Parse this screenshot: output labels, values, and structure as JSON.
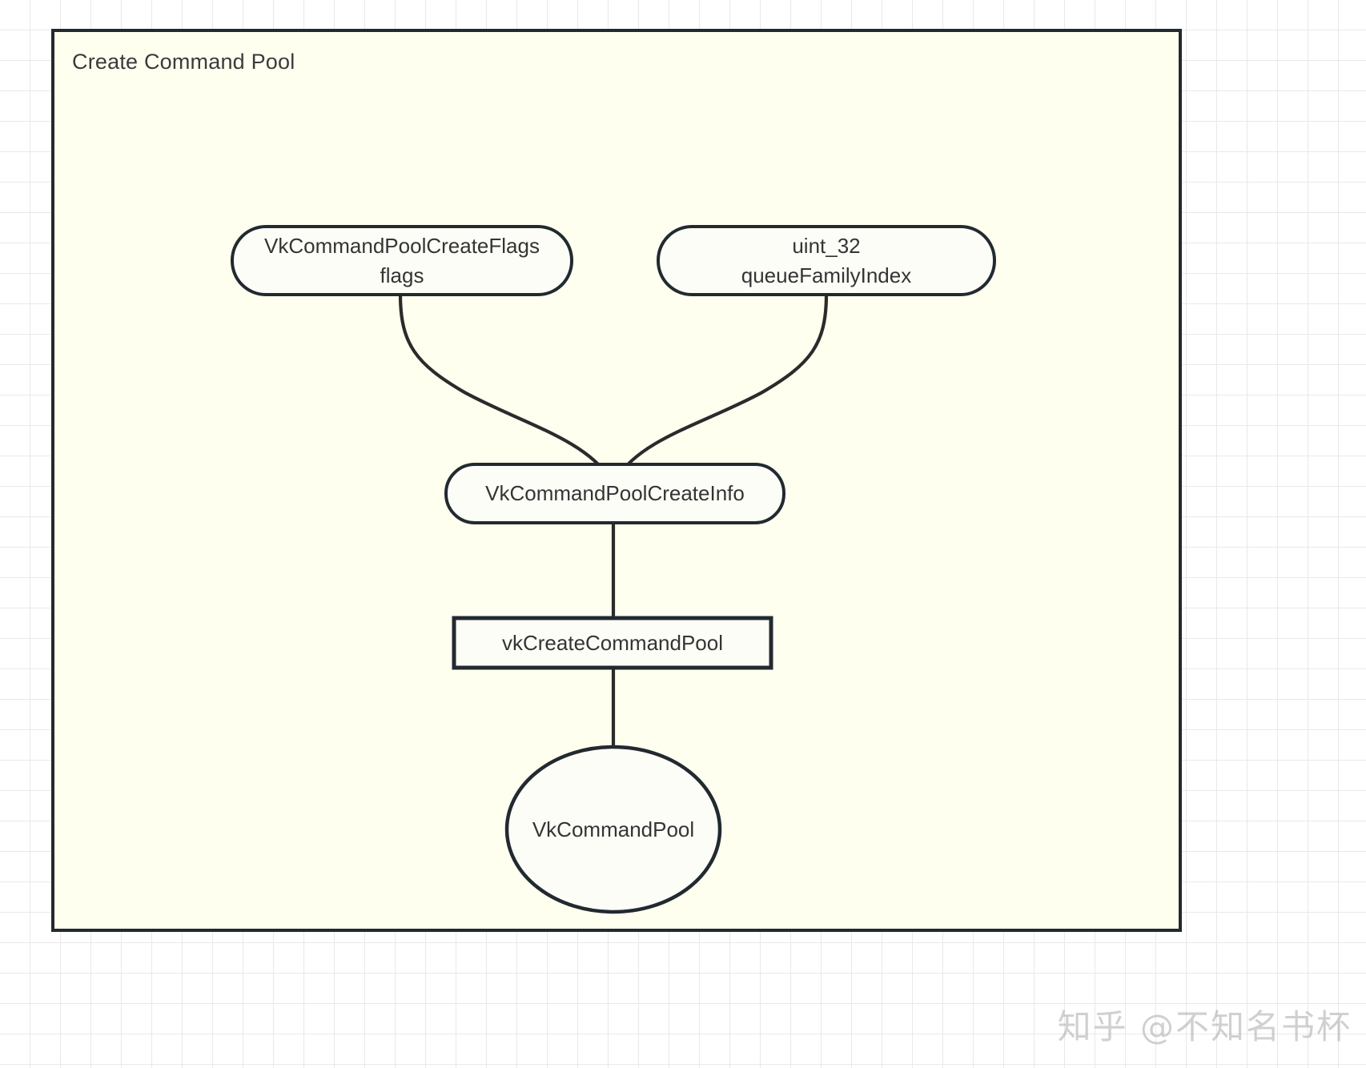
{
  "canvas": {
    "background_color": "#ffffff",
    "grid_color": "#e9e9e9",
    "frame_fill": "#fffff0",
    "frame_stroke": "#222a30",
    "node_fill": "#fdfdf7",
    "edge_color": "#2b2b2b",
    "text_color": "#343434"
  },
  "cluster": {
    "title": "Create Command Pool"
  },
  "nodes": {
    "flags": {
      "name": "VkCommandPoolCreateFlags",
      "line1": "VkCommandPoolCreateFlags",
      "line2": "flags",
      "shape": "rounded-rect"
    },
    "queue_family_index": {
      "name": "uint_32 queueFamilyIndex",
      "line1": "uint_32",
      "line2": "queueFamilyIndex",
      "shape": "rounded-rect"
    },
    "create_info": {
      "name": "VkCommandPoolCreateInfo",
      "line1": "VkCommandPoolCreateInfo",
      "shape": "rounded-rect"
    },
    "create_call": {
      "name": "vkCreateCommandPool",
      "line1": "vkCreateCommandPool",
      "shape": "rect"
    },
    "command_pool": {
      "name": "VkCommandPool",
      "line1": "VkCommandPool",
      "shape": "ellipse"
    }
  },
  "edges": [
    {
      "from": "flags",
      "to": "create_info",
      "style": "curved-arrow"
    },
    {
      "from": "queue_family_index",
      "to": "create_info",
      "style": "curved-arrow"
    },
    {
      "from": "create_info",
      "to": "create_call",
      "style": "straight-arrow"
    },
    {
      "from": "create_call",
      "to": "command_pool",
      "style": "straight-arrow"
    }
  ],
  "watermark": {
    "text": "知乎 @不知名书杯"
  }
}
